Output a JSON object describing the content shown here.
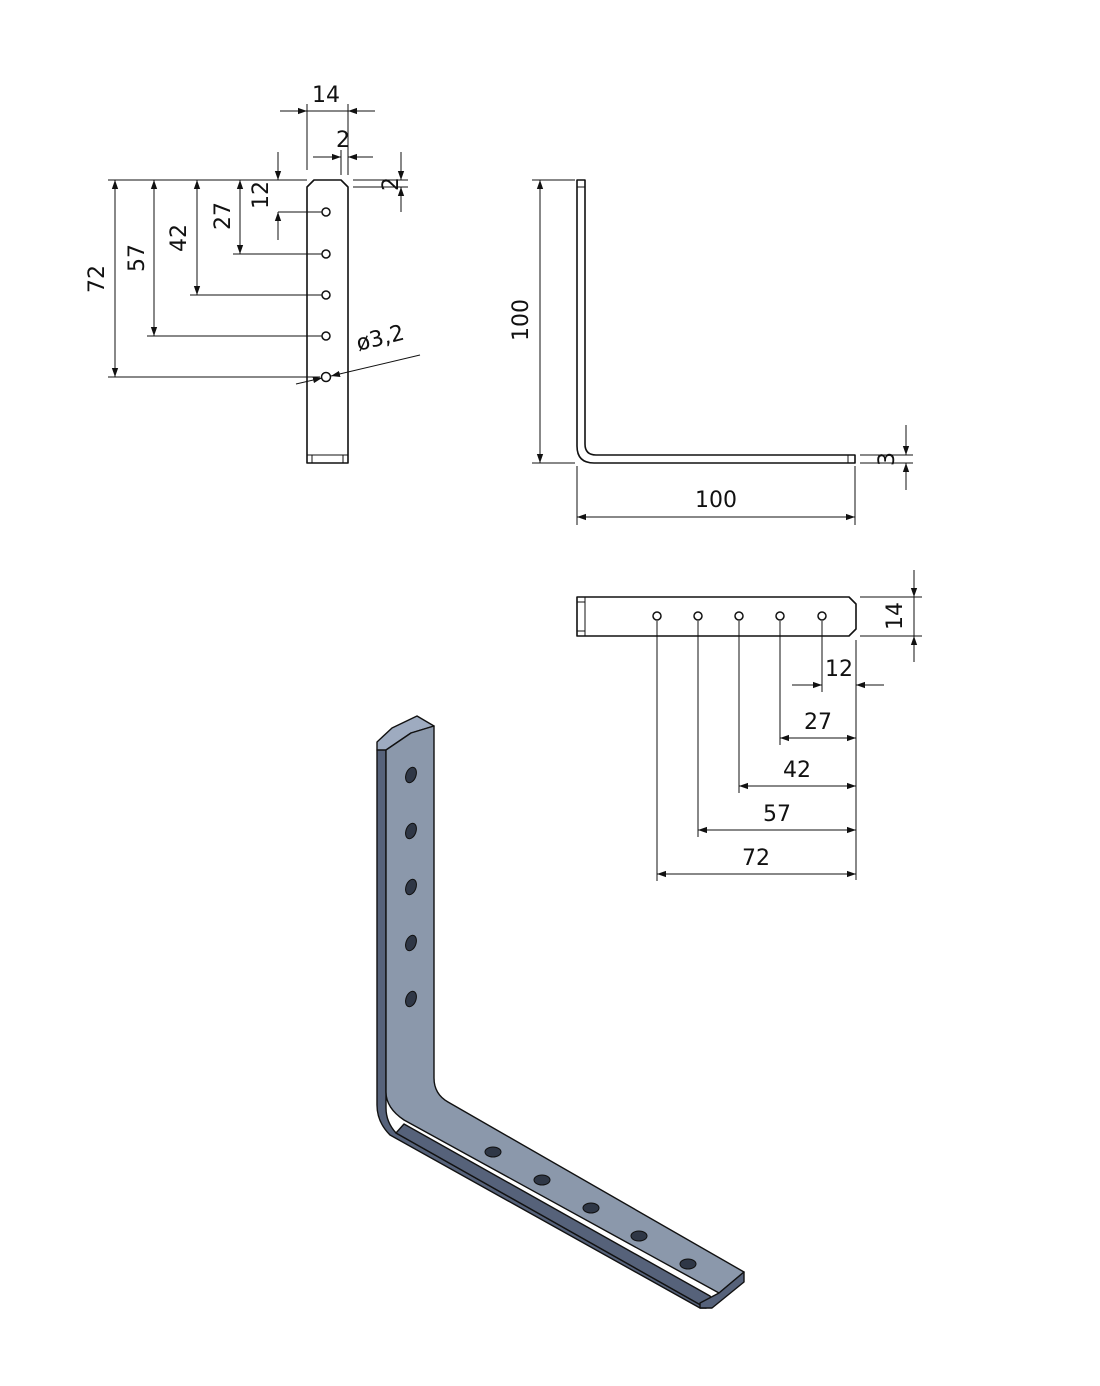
{
  "drawing": {
    "front_view": {
      "width_dim": "14",
      "chamfer_dim": "2",
      "chamfer_dim_vertical": "2",
      "hole_dims": [
        "12",
        "27",
        "42",
        "57",
        "72"
      ],
      "hole_diameter": "ø3,2"
    },
    "side_view": {
      "height_dim": "100",
      "length_dim": "100",
      "thickness_dim": "3"
    },
    "top_view": {
      "width_dim": "14",
      "hole_dims": [
        "12",
        "27",
        "42",
        "57",
        "72"
      ]
    },
    "isometric_view": {
      "color_face": "#8b98ab",
      "color_side": "#56627a"
    }
  }
}
